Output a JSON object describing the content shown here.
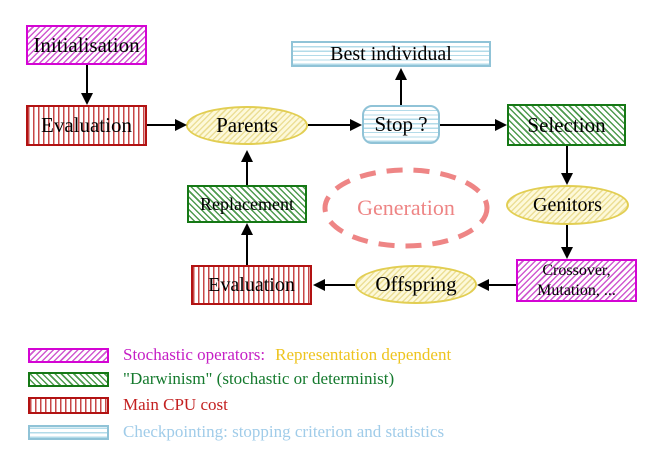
{
  "nodes": {
    "initialisation": "Initialisation",
    "evaluation_top": "Evaluation",
    "best_individual": "Best individual",
    "parents": "Parents",
    "stop": "Stop ?",
    "selection": "Selection",
    "replacement": "Replacement",
    "generation": "Generation",
    "genitors": "Genitors",
    "evaluation_bottom": "Evaluation",
    "offspring": "Offspring",
    "crossover_line1": "Crossover,",
    "crossover_line2": "Mutation, ..."
  },
  "edges": [
    {
      "from": "Initialisation",
      "to": "Evaluation"
    },
    {
      "from": "Evaluation",
      "to": "Parents"
    },
    {
      "from": "Parents",
      "to": "Stop ?"
    },
    {
      "from": "Stop ?",
      "to": "Best individual"
    },
    {
      "from": "Stop ?",
      "to": "Selection"
    },
    {
      "from": "Selection",
      "to": "Genitors"
    },
    {
      "from": "Genitors",
      "to": "Crossover, Mutation, ..."
    },
    {
      "from": "Crossover, Mutation, ...",
      "to": "Offspring"
    },
    {
      "from": "Offspring",
      "to": "Evaluation"
    },
    {
      "from": "Evaluation",
      "to": "Replacement"
    },
    {
      "from": "Replacement",
      "to": "Parents"
    }
  ],
  "legend": {
    "items": [
      {
        "pattern": "magenta-diagonal-hatch",
        "label": "Stochastic operators:",
        "label2": "Representation dependent"
      },
      {
        "pattern": "green-diagonal-hatch",
        "label": "\"Darwinism\" (stochastic or determinist)"
      },
      {
        "pattern": "red-vertical-stripes",
        "label": "Main CPU cost"
      },
      {
        "pattern": "cyan-horizontal-stripes",
        "label": "Checkpointing: stopping criterion and statistics"
      }
    ]
  },
  "colors": {
    "magenta": "#d404d4",
    "green": "#157815",
    "red": "#b21212",
    "cyan_border": "#90c3d7",
    "yellow_border": "#e2ce52",
    "yellow_fill": "#fdf9da",
    "salmon": "#ee8585",
    "legend_stochastic_text": "#c51fc5",
    "legend_representation_text": "#eec41f",
    "legend_darwinism_text": "#157a2e",
    "legend_cpu_text": "#c32020",
    "legend_checkpoint_text": "#a0cce9"
  }
}
